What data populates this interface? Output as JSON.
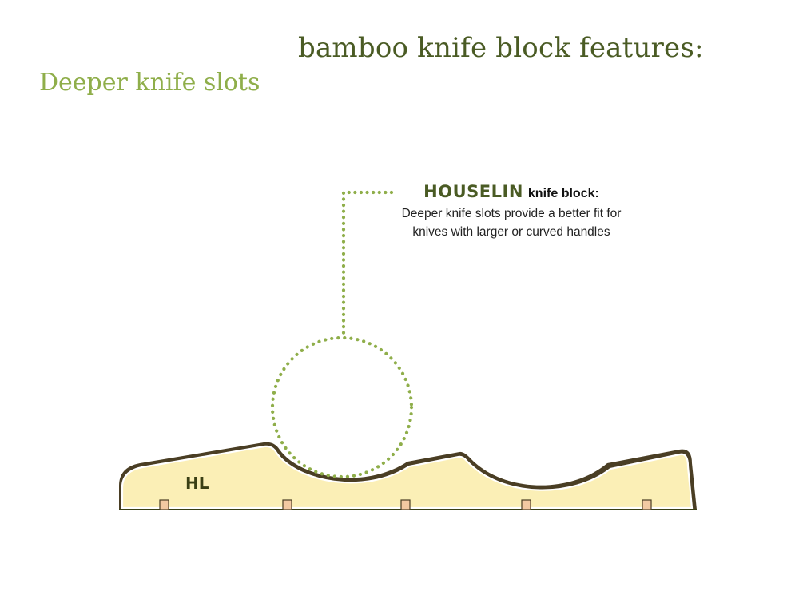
{
  "header": {
    "title": "bamboo knife block features:",
    "subtitle": "Deeper knife slots"
  },
  "callout": {
    "brand": "HOUSELIN",
    "brand_suffix": "knife block:",
    "line1": "Deeper knife slots provide a better fit for",
    "line2": "knives with larger or curved handles"
  },
  "block": {
    "label": "HL"
  },
  "colors": {
    "title": "#4a5b24",
    "subtitle": "#8fae4a",
    "dots": "#8fae4a",
    "block_fill": "#fbefb6",
    "block_outline": "#4a3e24"
  }
}
